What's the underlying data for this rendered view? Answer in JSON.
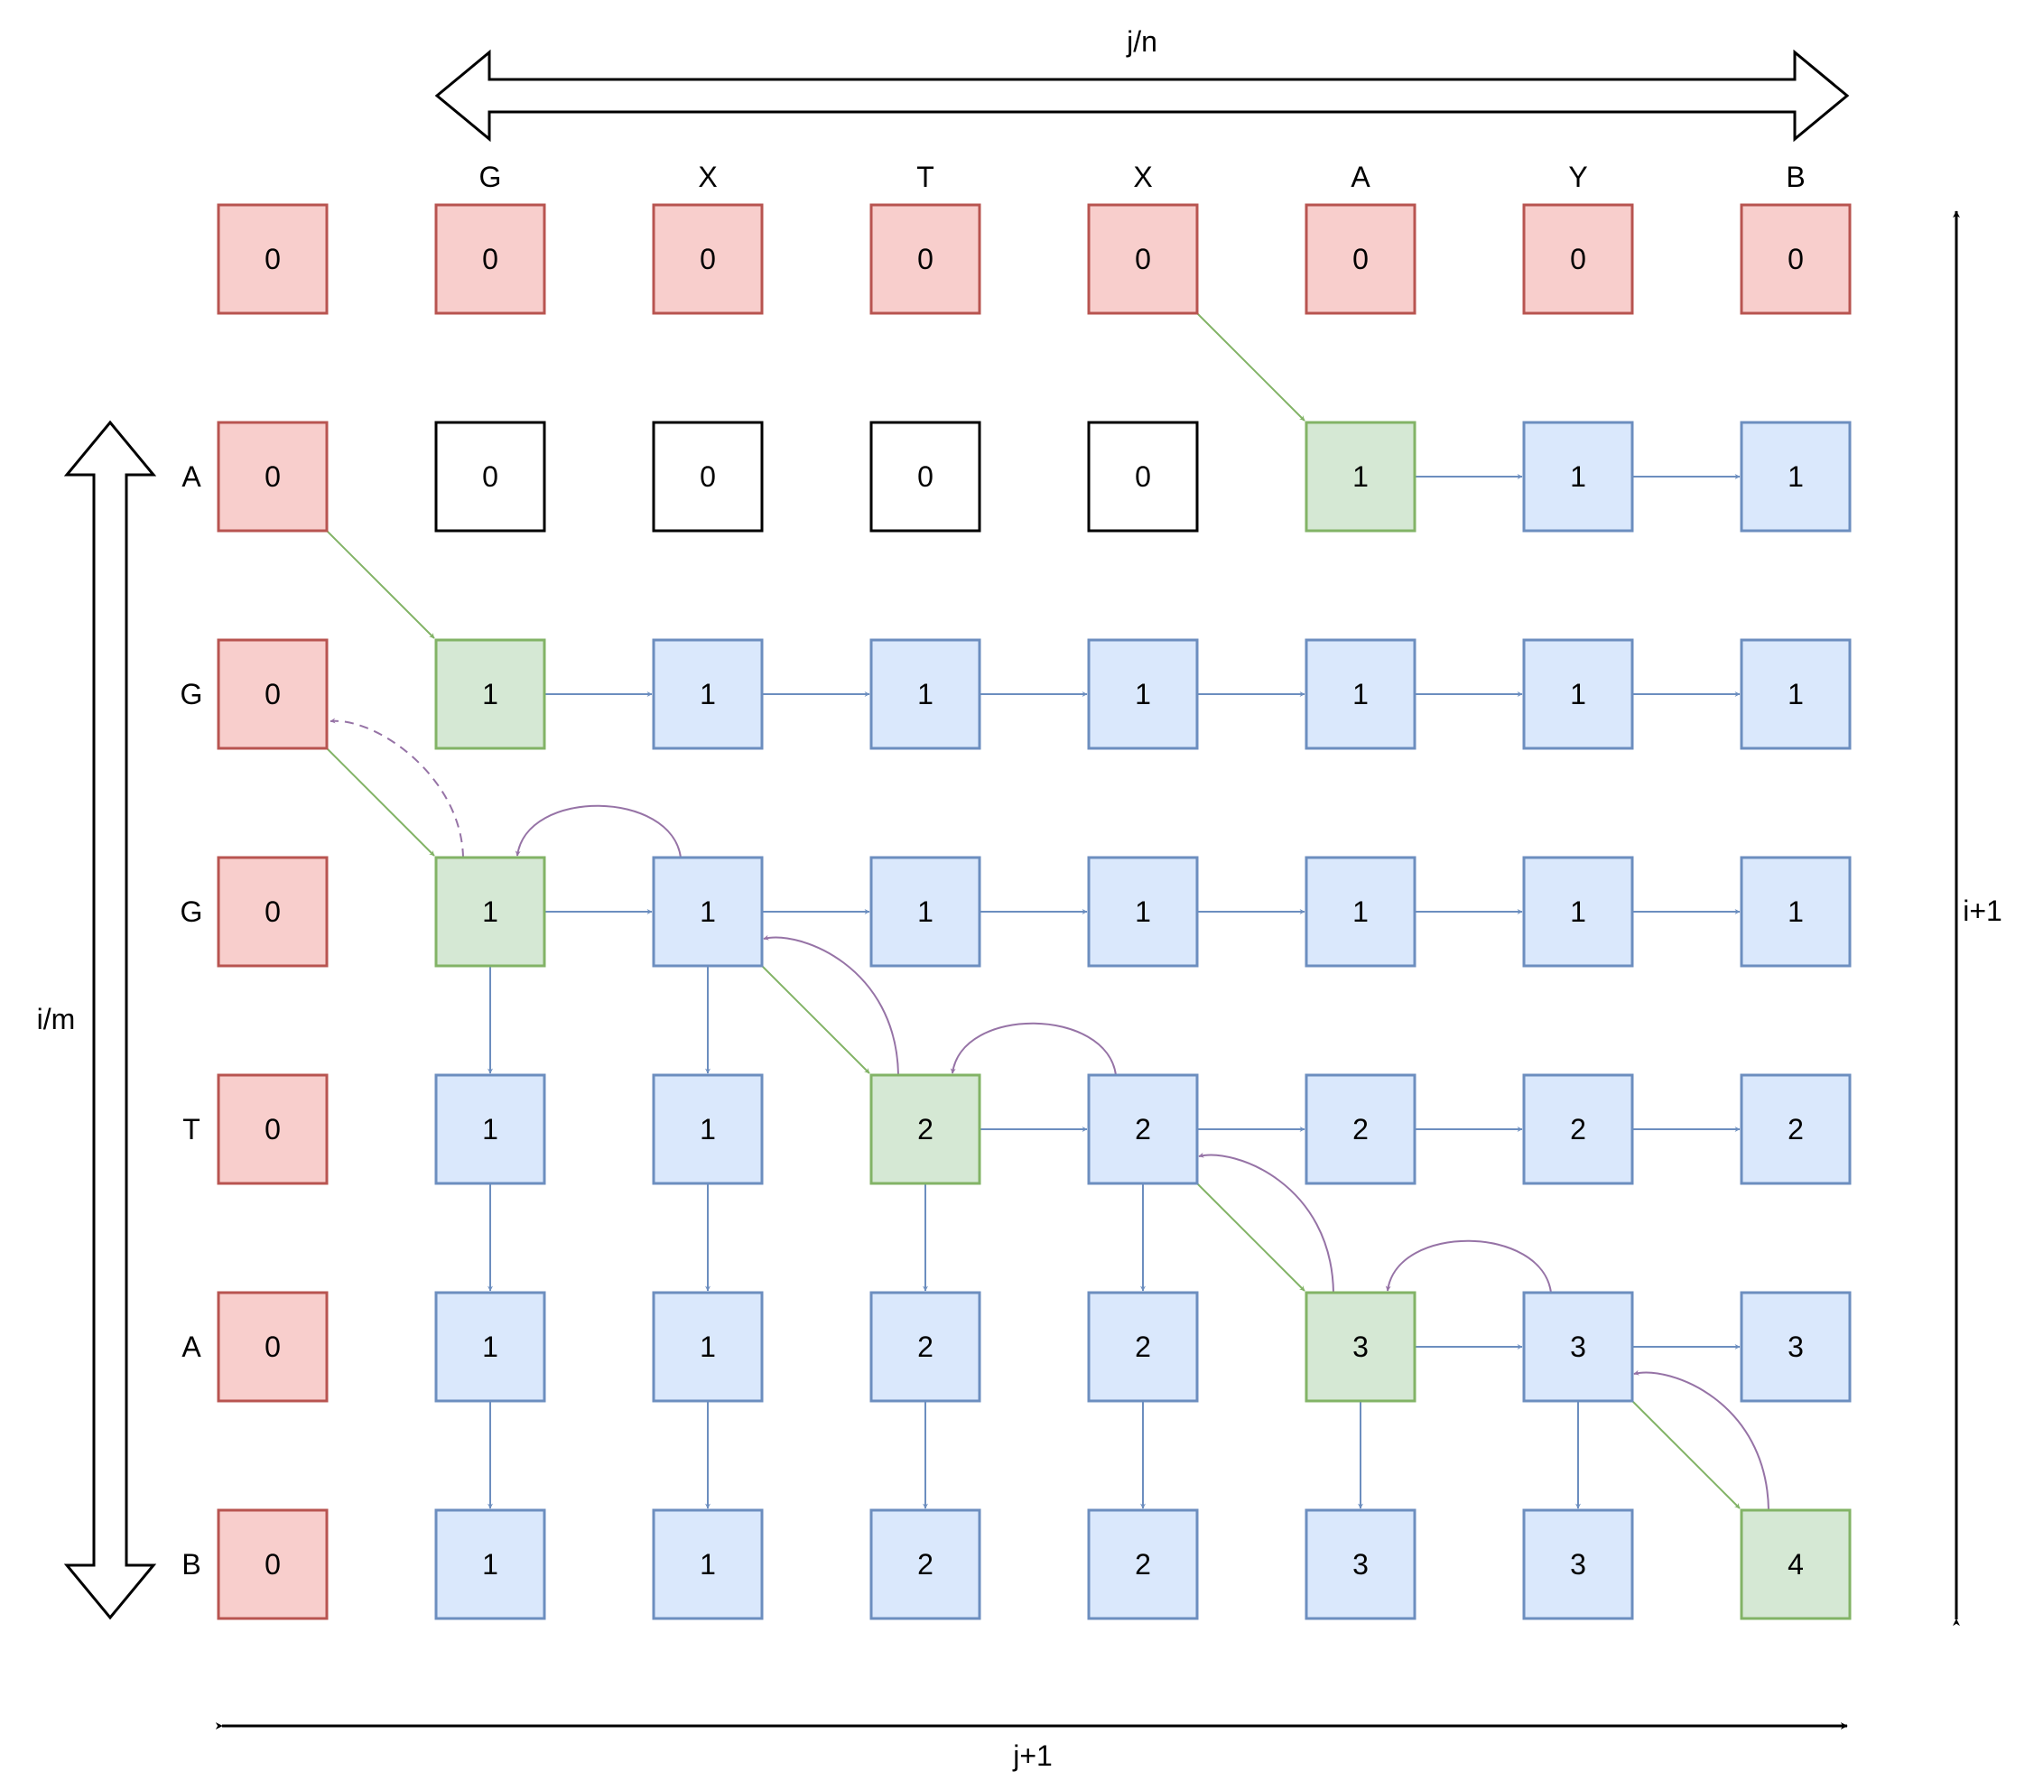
{
  "axis_labels": {
    "top": "j/n",
    "bottom": "j+1",
    "left": "i/m",
    "right": "i+1"
  },
  "col_headers": [
    "G",
    "X",
    "T",
    "X",
    "A",
    "Y",
    "B"
  ],
  "row_headers": [
    "A",
    "G",
    "G",
    "T",
    "A",
    "B"
  ],
  "grid": [
    [
      "0",
      "0",
      "0",
      "0",
      "0",
      "0",
      "0",
      "0"
    ],
    [
      "0",
      "0",
      "0",
      "0",
      "0",
      "1",
      "1",
      "1"
    ],
    [
      "0",
      "1",
      "1",
      "1",
      "1",
      "1",
      "1",
      "1"
    ],
    [
      "0",
      "1",
      "1",
      "1",
      "1",
      "1",
      "1",
      "1"
    ],
    [
      "0",
      "1",
      "1",
      "2",
      "2",
      "2",
      "2",
      "2"
    ],
    [
      "0",
      "1",
      "1",
      "2",
      "2",
      "3",
      "3",
      "3"
    ],
    [
      "0",
      "1",
      "1",
      "2",
      "2",
      "3",
      "3",
      "4"
    ]
  ],
  "cell_kinds": [
    [
      "red",
      "red",
      "red",
      "red",
      "red",
      "red",
      "red",
      "red"
    ],
    [
      "red",
      "plain",
      "plain",
      "plain",
      "plain",
      "green",
      "blue",
      "blue"
    ],
    [
      "red",
      "green",
      "blue",
      "blue",
      "blue",
      "blue",
      "blue",
      "blue"
    ],
    [
      "red",
      "green",
      "blue",
      "blue",
      "blue",
      "blue",
      "blue",
      "blue"
    ],
    [
      "red",
      "blue",
      "blue",
      "green",
      "blue",
      "blue",
      "blue",
      "blue"
    ],
    [
      "red",
      "blue",
      "blue",
      "blue",
      "blue",
      "green",
      "blue",
      "blue"
    ],
    [
      "red",
      "blue",
      "blue",
      "blue",
      "blue",
      "blue",
      "blue",
      "green"
    ]
  ],
  "colors": {
    "red": {
      "fill": "#f8cecc",
      "stroke": "#b85450"
    },
    "green": {
      "fill": "#d5e8d4",
      "stroke": "#82b366"
    },
    "blue": {
      "fill": "#dae8fc",
      "stroke": "#6c8ebf"
    },
    "plain": {
      "fill": "#ffffff",
      "stroke": "#000000"
    },
    "blue_arrow": "#6c8ebf",
    "green_arrow": "#82b366",
    "purple_arrow": "#9673a6"
  },
  "right_arrows": [
    [
      1,
      5
    ],
    [
      1,
      6
    ],
    [
      2,
      1
    ],
    [
      2,
      2
    ],
    [
      2,
      3
    ],
    [
      2,
      4
    ],
    [
      2,
      5
    ],
    [
      2,
      6
    ],
    [
      3,
      1
    ],
    [
      3,
      2
    ],
    [
      3,
      3
    ],
    [
      3,
      4
    ],
    [
      3,
      5
    ],
    [
      3,
      6
    ],
    [
      4,
      3
    ],
    [
      4,
      4
    ],
    [
      4,
      5
    ],
    [
      4,
      6
    ],
    [
      5,
      5
    ],
    [
      5,
      6
    ]
  ],
  "down_arrows": [
    [
      3,
      1
    ],
    [
      3,
      2
    ],
    [
      4,
      1
    ],
    [
      4,
      2
    ],
    [
      4,
      3
    ],
    [
      4,
      4
    ],
    [
      5,
      1
    ],
    [
      5,
      2
    ],
    [
      5,
      3
    ],
    [
      5,
      4
    ],
    [
      5,
      5
    ],
    [
      5,
      6
    ]
  ],
  "diagonal_arrows": [
    [
      0,
      4
    ],
    [
      1,
      0
    ],
    [
      2,
      0
    ],
    [
      3,
      2
    ],
    [
      4,
      4
    ],
    [
      5,
      6
    ]
  ],
  "curved_back_arrows": [
    {
      "from": [
        3,
        2
      ],
      "to": [
        3,
        1
      ],
      "kind": "over"
    },
    {
      "from": [
        4,
        3
      ],
      "to": [
        3,
        2
      ],
      "kind": "diag"
    },
    {
      "from": [
        4,
        4
      ],
      "to": [
        4,
        3
      ],
      "kind": "over"
    },
    {
      "from": [
        5,
        5
      ],
      "to": [
        4,
        4
      ],
      "kind": "diag"
    },
    {
      "from": [
        5,
        6
      ],
      "to": [
        5,
        5
      ],
      "kind": "over"
    },
    {
      "from": [
        6,
        7
      ],
      "to": [
        5,
        6
      ],
      "kind": "diag"
    }
  ],
  "dashed_back_arrows": [
    {
      "from": [
        3,
        1
      ],
      "to": [
        2,
        0
      ]
    }
  ]
}
